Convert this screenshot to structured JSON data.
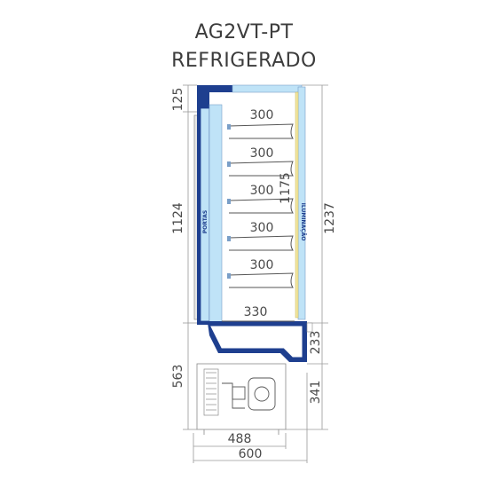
{
  "title": "AG2VT-PT",
  "subtitle": "REFRIGERADO",
  "labels": {
    "portas": "PORTAS",
    "iluminacao": "ILUMINAÇÃO"
  },
  "dimensions": {
    "top_height": "125",
    "door_height": "1124",
    "base_height": "563",
    "inner_height": "1175",
    "total_right": "1237",
    "lower_right": "233",
    "bottom_right": "341",
    "shelf_1": "300",
    "shelf_2": "300",
    "shelf_3": "300",
    "shelf_4": "300",
    "shelf_5": "300",
    "bottom_shelf": "330",
    "base_depth": "488",
    "total_depth": "600"
  },
  "colors": {
    "frame_blue": "#1e3f8f",
    "light_blue": "#bfe3f7",
    "dim_line": "#8a8a8a",
    "light_strip": "#f2e6a0"
  }
}
